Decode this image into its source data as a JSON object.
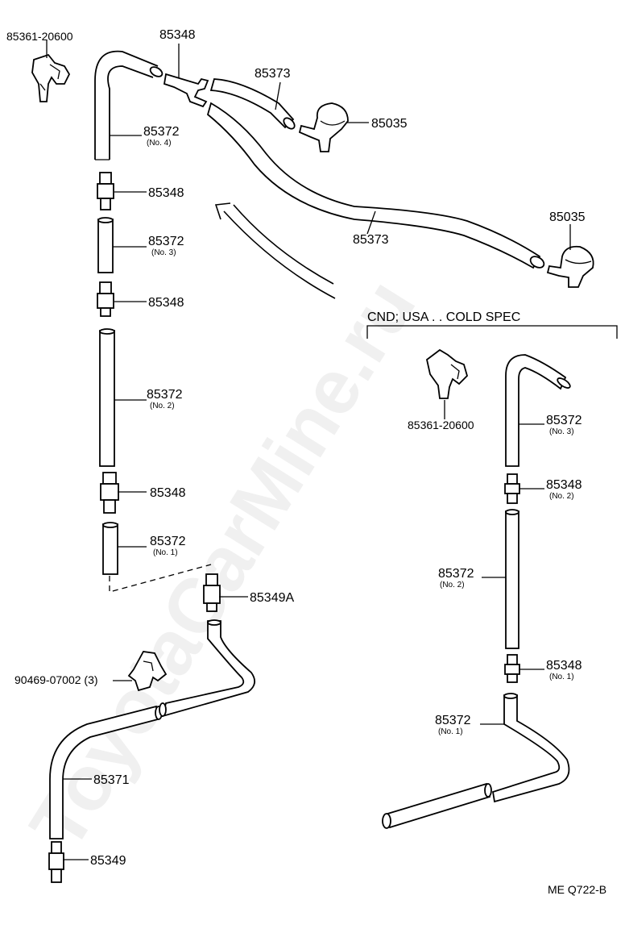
{
  "watermark": "ToyotaCarMine.ru",
  "section_header": "CND; USA . . COLD SPEC",
  "footer_code": "ME  Q722-B",
  "labels": {
    "l85361_top": "85361-20600",
    "l85348_top": "85348",
    "l85373_top": "85373",
    "l85035_top": "85035",
    "l85372_no4": "85372",
    "l85372_no4_sub": "(No. 4)",
    "l85348_a": "85348",
    "l85373_mid": "85373",
    "l85035_right": "85035",
    "l85372_no3": "85372",
    "l85372_no3_sub": "(No. 3)",
    "l85348_b": "85348",
    "l85372_no2": "85372",
    "l85372_no2_sub": "(No. 2)",
    "l85348_c": "85348",
    "l85372_no1": "85372",
    "l85372_no1_sub": "(No. 1)",
    "l85349A": "85349A",
    "l90469": "90469-07002 (3)",
    "l85371": "85371",
    "l85349": "85349",
    "r85361": "85361-20600",
    "r85372_no3": "85372",
    "r85372_no3_sub": "(No. 3)",
    "r85348_no2": "85348",
    "r85348_no2_sub": "(No. 2)",
    "r85372_no2": "85372",
    "r85372_no2_sub": "(No. 2)",
    "r85348_no1": "85348",
    "r85348_no1_sub": "(No. 1)",
    "r85372_no1": "85372",
    "r85372_no1_sub": "(No. 1)"
  }
}
